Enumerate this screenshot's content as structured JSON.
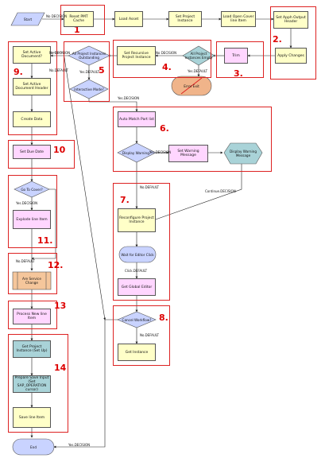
{
  "nodes": {
    "start": "Start",
    "reset_pmt_cache": "Reset PMT Cache",
    "load_asset": "Load Asset",
    "set_project_instance_top": "Set Project Instance",
    "load_open_cover_line_item": "Load Open Cover line Item",
    "set_apph_output_header": "Set Apph Output Header",
    "apply_changes": "Apply Changes",
    "trim": "Trim",
    "instances_empty": "All Project Instances Empty",
    "set_recursive_project_instance": "Set Recursive Project Instance",
    "error_exit": "Error Exit",
    "instances_outstanding": "All Project Instances Outstanding",
    "interactive_mode": "Interactive Mode?",
    "set_active_document_q": "Set Active Document?",
    "set_active_document_header": "Set Active Document Header",
    "create_data": "Create Data",
    "auto_match_part_list": "Auto Match Part list",
    "display_warning_q": "Display Warning?",
    "set_warning_message": "Set Warning Message",
    "display_warning_message": "Display Warning Message",
    "set_due_date": "Set Due Date",
    "go_to_cover_q": "Go To Cover?",
    "explode_line_item": "Explode line Item",
    "reconfigure_project_instance": "Reconfigure Project Instance",
    "wait_for_editor_click": "Wait for Editor Click",
    "get_global_editor": "Get Global Editor",
    "are_service_change": "Are Service Change",
    "cancel_workflow_q": "Cancel Workflow?",
    "get_instance": "Get Instance",
    "process_new_line_item": "Process New line Item",
    "get_project_instance": "Get Project Instance (Set Up)",
    "prepare_save_input": "Prepare Save Input (Set SAP_OPERATION cursor)",
    "save_line_item": "Save line Item",
    "end": "End"
  },
  "edge_labels": {
    "no_decision": "No DECISION",
    "no_default": "No.DEFAULT",
    "yes_default": "Yes.DEFAULT",
    "yes_decision": "Yes.DECISION",
    "yes_decision2": "Yes.DECISION",
    "continue_decision": "Continue.DECISION",
    "click_default": "Click.DEFAULT"
  },
  "groups": [
    "1",
    "2.",
    "3.",
    "4.",
    "5",
    "6.",
    "7.",
    "8.",
    "9.",
    "10",
    "11.",
    "12.",
    "13",
    "14"
  ],
  "colors": {
    "group_border": "#dd2222",
    "process": "#ffffc8",
    "interaction": "#ffd6ff",
    "teal": "#a9d3d8",
    "decision": "#c9d3ff"
  }
}
